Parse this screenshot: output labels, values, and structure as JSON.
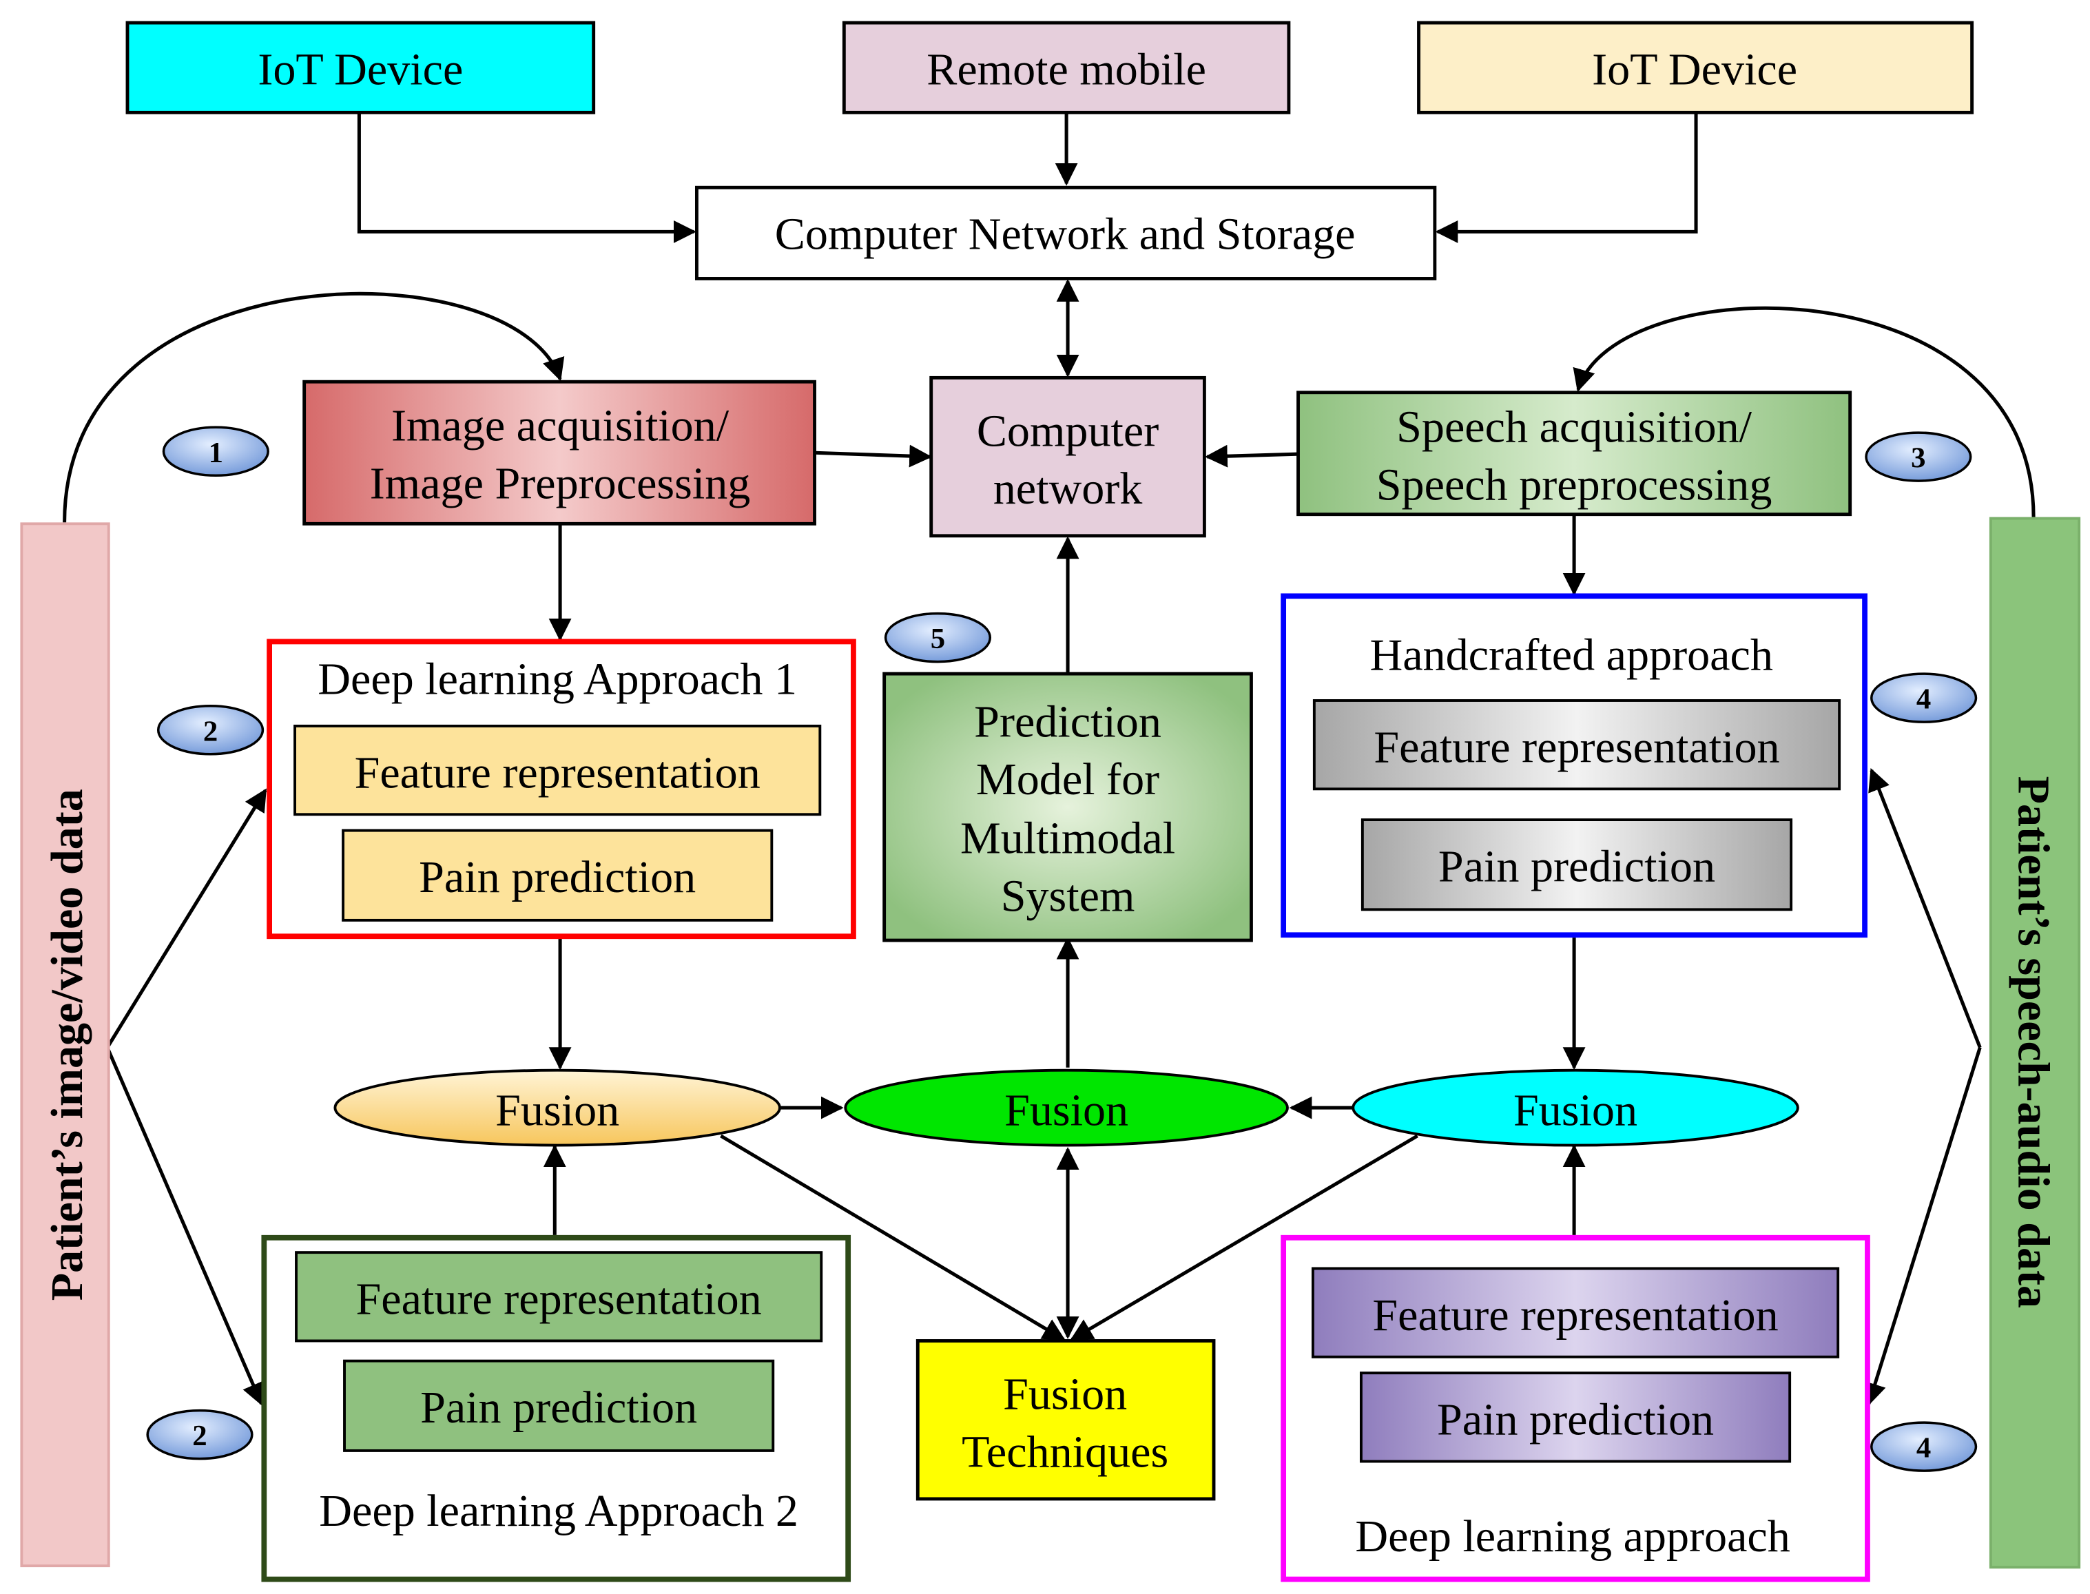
{
  "top": {
    "iot_left": "IoT Device",
    "remote_mobile": "Remote mobile",
    "iot_right": "IoT Device",
    "storage": "Computer Network and Storage"
  },
  "image_acq": {
    "line1": "Image acquisition/",
    "line2": "Image Preprocessing"
  },
  "computer_network": {
    "line1": "Computer",
    "line2": "network"
  },
  "speech_acq": {
    "line1": "Speech acquisition/",
    "line2": "Speech preprocessing"
  },
  "dl1": {
    "title": "Deep learning Approach 1",
    "feature": "Feature representation",
    "pain": "Pain prediction"
  },
  "prediction_model": {
    "line1": "Prediction",
    "line2": "Model for",
    "line3": "Multimodal",
    "line4": "System"
  },
  "handcrafted": {
    "title": "Handcrafted approach",
    "feature": "Feature representation",
    "pain": "Pain prediction"
  },
  "fusion": {
    "left": "Fusion",
    "center": "Fusion",
    "right": "Fusion"
  },
  "dl2": {
    "title": "Deep learning Approach 2",
    "feature": "Feature representation",
    "pain": "Pain prediction"
  },
  "fusion_tech": {
    "line1": "Fusion",
    "line2": "Techniques"
  },
  "dl_speech": {
    "title": "Deep learning approach",
    "feature": "Feature representation",
    "pain": "Pain prediction"
  },
  "side": {
    "left": "Patient’s image/video data",
    "right": "Patient’s speech-audio data"
  },
  "badges": {
    "b1": "1",
    "b2a": "2",
    "b2b": "2",
    "b3": "3",
    "b4a": "4",
    "b4b": "4",
    "b5": "5"
  },
  "colors": {
    "iot_left": "#00ffff",
    "remote_mobile": "#e6cfdc",
    "iot_right": "#fdefc8",
    "dl1_border": "#ff0000",
    "handcrafted_border": "#0000ff",
    "dl2_border": "#2e4a18",
    "dl_speech_border": "#ff00ff",
    "fusion_center": "#00e600",
    "fusion_right": "#00ffff",
    "fusion_tech": "#ffff00",
    "side_left": "#f2c8c8",
    "side_right": "#8bc47b"
  }
}
